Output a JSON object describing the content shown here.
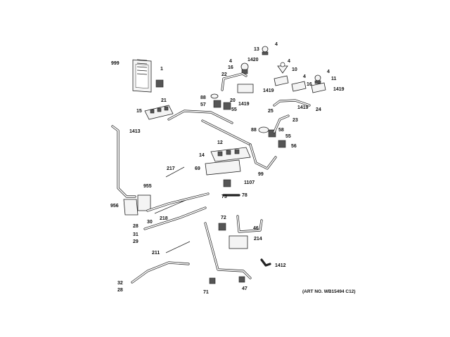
{
  "art_number": "(ART NO. WB15494 C12)",
  "callouts": [
    {
      "id": "c999",
      "text": "999"
    },
    {
      "id": "c1",
      "text": "1"
    },
    {
      "id": "c13",
      "text": "13"
    },
    {
      "id": "c4a",
      "text": "4"
    },
    {
      "id": "c4b",
      "text": "4"
    },
    {
      "id": "c1420",
      "text": "1420"
    },
    {
      "id": "c4c",
      "text": "4"
    },
    {
      "id": "c10",
      "text": "10"
    },
    {
      "id": "c16a",
      "text": "16"
    },
    {
      "id": "c4d",
      "text": "4"
    },
    {
      "id": "c11",
      "text": "11"
    },
    {
      "id": "c4e",
      "text": "4"
    },
    {
      "id": "c22",
      "text": "22"
    },
    {
      "id": "c1419a",
      "text": "1419"
    },
    {
      "id": "c16b",
      "text": "16"
    },
    {
      "id": "c1419b",
      "text": "1419"
    },
    {
      "id": "c88a",
      "text": "88"
    },
    {
      "id": "c20",
      "text": "20"
    },
    {
      "id": "c1419c",
      "text": "1419"
    },
    {
      "id": "c1419d",
      "text": "1419"
    },
    {
      "id": "c24",
      "text": "24"
    },
    {
      "id": "c21",
      "text": "21"
    },
    {
      "id": "c57",
      "text": "57"
    },
    {
      "id": "c55a",
      "text": "55"
    },
    {
      "id": "c15",
      "text": "15"
    },
    {
      "id": "c25",
      "text": "25"
    },
    {
      "id": "c23",
      "text": "23"
    },
    {
      "id": "c88b",
      "text": "88"
    },
    {
      "id": "c58",
      "text": "58"
    },
    {
      "id": "c1413",
      "text": "1413"
    },
    {
      "id": "c55b",
      "text": "55"
    },
    {
      "id": "c12",
      "text": "12"
    },
    {
      "id": "c56",
      "text": "56"
    },
    {
      "id": "c14",
      "text": "14"
    },
    {
      "id": "c217",
      "text": "217"
    },
    {
      "id": "c69",
      "text": "69"
    },
    {
      "id": "c99",
      "text": "99"
    },
    {
      "id": "c955",
      "text": "955"
    },
    {
      "id": "c1107",
      "text": "1107"
    },
    {
      "id": "c73",
      "text": "73"
    },
    {
      "id": "c78",
      "text": "78"
    },
    {
      "id": "c956",
      "text": "956"
    },
    {
      "id": "c218",
      "text": "218"
    },
    {
      "id": "c30",
      "text": "30"
    },
    {
      "id": "c72",
      "text": "72"
    },
    {
      "id": "c28a",
      "text": "28"
    },
    {
      "id": "c46",
      "text": "46"
    },
    {
      "id": "c31",
      "text": "31"
    },
    {
      "id": "c214",
      "text": "214"
    },
    {
      "id": "c29",
      "text": "29"
    },
    {
      "id": "c211",
      "text": "211"
    },
    {
      "id": "c1412",
      "text": "1412"
    },
    {
      "id": "c32",
      "text": "32"
    },
    {
      "id": "c28b",
      "text": "28"
    },
    {
      "id": "c71",
      "text": "71"
    },
    {
      "id": "c47",
      "text": "47"
    }
  ]
}
